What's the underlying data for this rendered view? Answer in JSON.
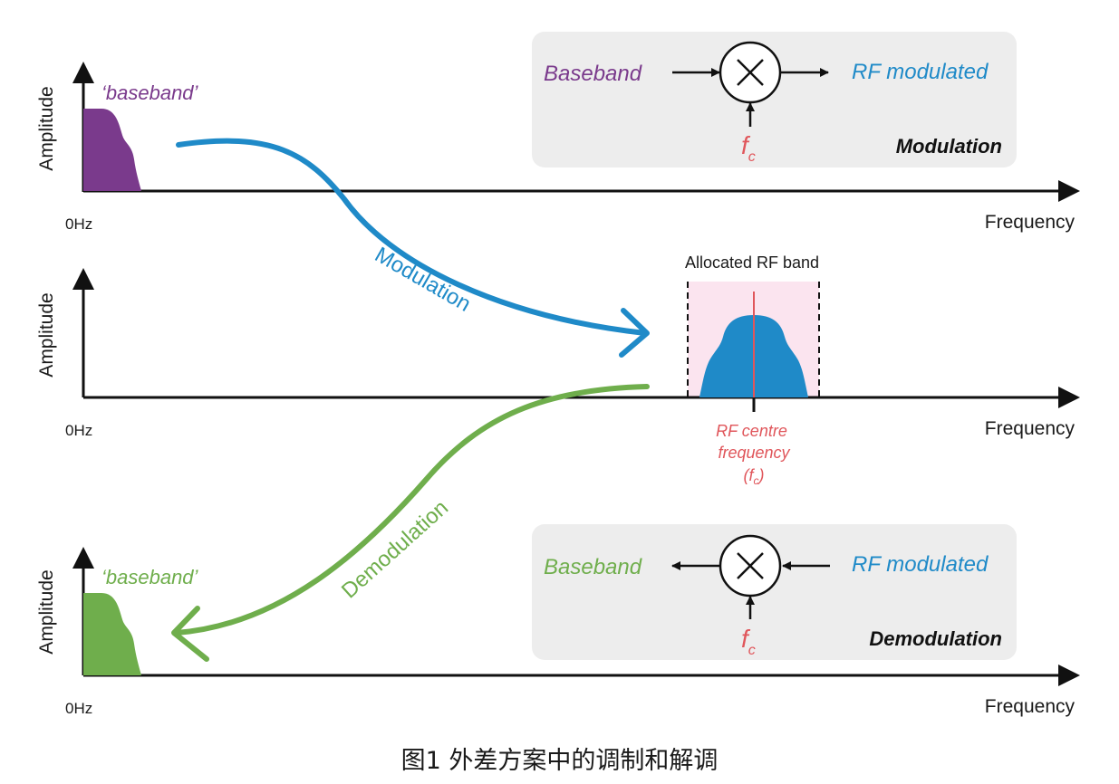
{
  "colors": {
    "purple": "#7a3a8c",
    "blue": "#1f8ac8",
    "green": "#6fae4c",
    "red": "#e0565b",
    "axis": "#111111",
    "box_bg": "#ededed",
    "band_bg": "#fbe4ef"
  },
  "panel_top": {
    "y_label": "Amplitude",
    "x_label": "Frequency",
    "origin_label": "0Hz",
    "signal_label": "‘baseband’"
  },
  "panel_mid": {
    "y_label": "Amplitude",
    "x_label": "Frequency",
    "origin_label": "0Hz",
    "band_label": "Allocated RF band",
    "centre_line1": "RF centre",
    "centre_line2": "frequency",
    "centre_line3_open": "(f",
    "centre_line3_sub": "c",
    "centre_line3_close": ")"
  },
  "panel_bot": {
    "y_label": "Amplitude",
    "x_label": "Frequency",
    "origin_label": "0Hz",
    "signal_label": "‘baseband’"
  },
  "mod_box": {
    "input": "Baseband",
    "output": "RF modulated",
    "carrier": "f",
    "carrier_sub": "c",
    "title": "Modulation"
  },
  "demod_box": {
    "input": "RF modulated",
    "output": "Baseband",
    "carrier": "f",
    "carrier_sub": "c",
    "title": "Demodulation"
  },
  "arrows": {
    "modulation": "Modulation",
    "demodulation": "Demodulation"
  },
  "caption": "图1 外差方案中的调制和解调"
}
